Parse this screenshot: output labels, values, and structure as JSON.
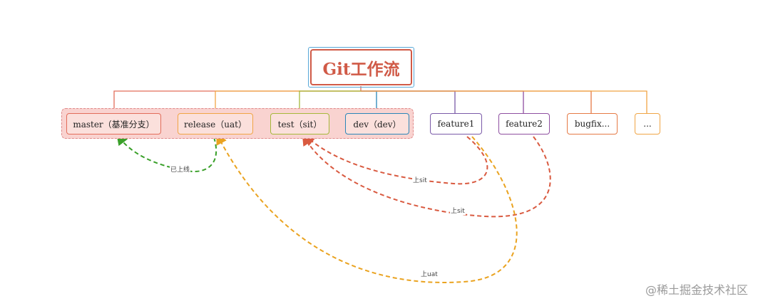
{
  "title": "Git工作流",
  "nodes": {
    "master": "master（基准分支）",
    "release": "release（uat）",
    "test": "test（sit）",
    "dev": "dev（dev）",
    "feature1": "feature1",
    "feature2": "feature2",
    "bugfix": "bugfix...",
    "more": "..."
  },
  "edges": {
    "released": "已上线",
    "sit1": "上sit",
    "sit2": "上sit",
    "uat": "上uat"
  },
  "colors": {
    "master": "#e26d5a",
    "release": "#f0a545",
    "test": "#a5b83a",
    "dev": "#2a86b8",
    "feature1": "#7a5aa8",
    "feature2": "#8e4fa0",
    "bugfix": "#e57a45",
    "more": "#f0a545",
    "arrow_green": "#3aa02a",
    "arrow_red": "#d95a40",
    "arrow_orange": "#eaa320"
  },
  "watermark": "@稀土掘金技术社区"
}
